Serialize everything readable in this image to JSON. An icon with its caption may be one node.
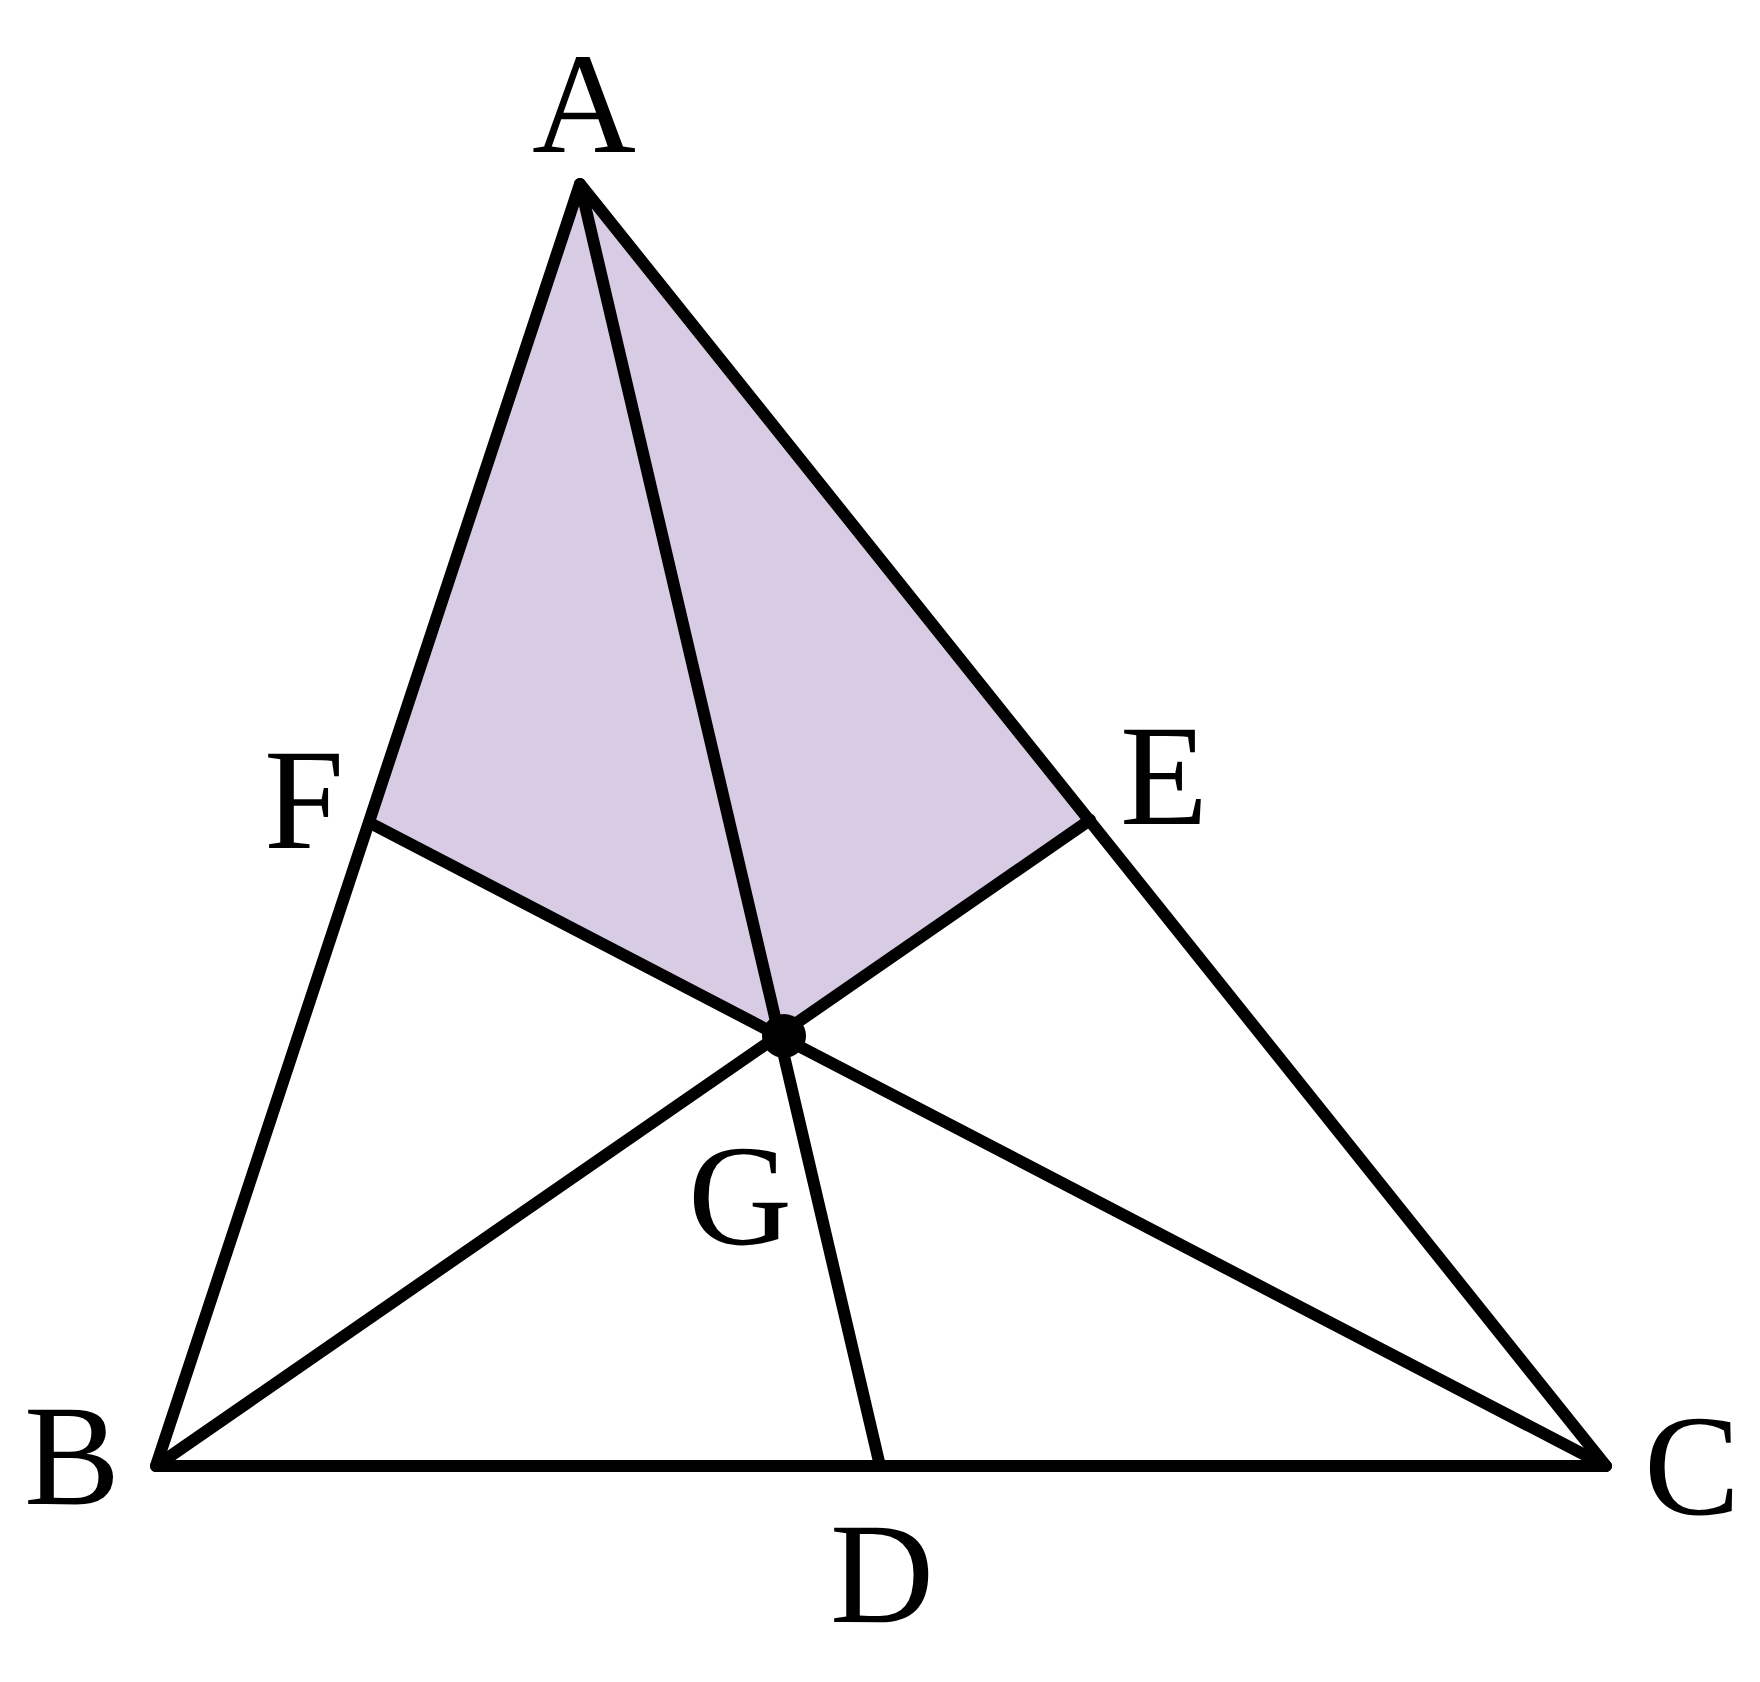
{
  "diagram": {
    "labels": [
      "A",
      "F",
      "E",
      "G",
      "B",
      "D",
      "C"
    ]
  }
}
